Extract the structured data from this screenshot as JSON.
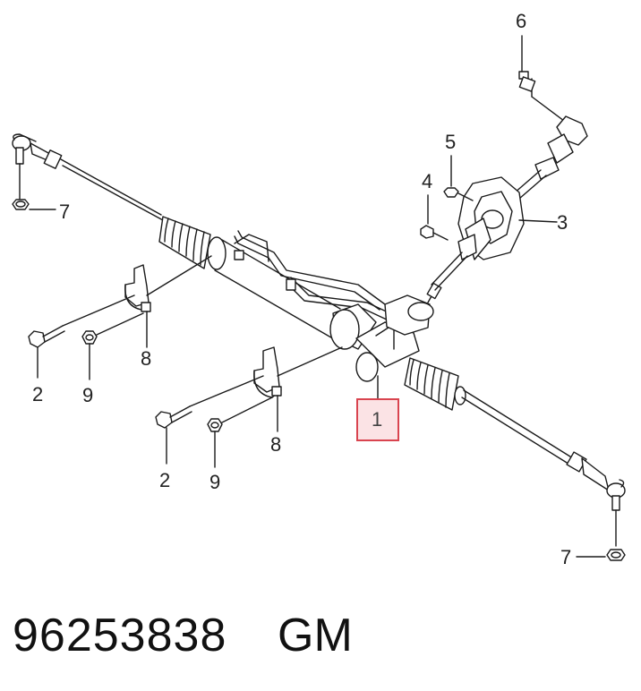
{
  "diagram": {
    "callouts": {
      "p1": "1",
      "p2a": "2",
      "p2b": "2",
      "p3": "3",
      "p4": "4",
      "p5": "5",
      "p6": "6",
      "p7a": "7",
      "p7b": "7",
      "p8a": "8",
      "p8b": "8",
      "p9a": "9",
      "p9b": "9"
    },
    "highlighted_part": "1",
    "highlight_color": "#d9444f"
  },
  "footer": {
    "part_number": "96253838",
    "brand": "GM"
  }
}
